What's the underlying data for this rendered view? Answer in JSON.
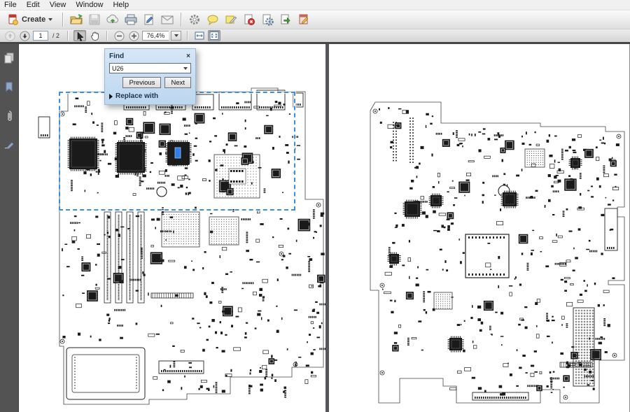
{
  "menubar": {
    "items": [
      "File",
      "Edit",
      "View",
      "Window",
      "Help"
    ]
  },
  "toolbar": {
    "create_label": "Create",
    "icons": [
      "create-pdf-icon",
      "open-file-icon",
      "save-file-icon",
      "upload-cloud-icon",
      "print-icon",
      "sign-document-icon",
      "email-icon",
      "preferences-gear-icon",
      "comment-bubble-icon",
      "annotate-note-icon",
      "delete-pages-icon",
      "process-pages-icon",
      "export-document-icon",
      "edit-document-icon"
    ]
  },
  "navbar": {
    "page_value": "1",
    "page_total": "/ 2",
    "zoom_value": "76,4%",
    "icons": [
      "page-up-icon",
      "page-down-icon",
      "selection-tool-icon",
      "hand-tool-icon",
      "zoom-out-icon",
      "zoom-in-icon",
      "scroll-mode-icon",
      "fit-page-icon"
    ]
  },
  "sidebar": {
    "icons": [
      "page-thumbnails-icon",
      "bookmarks-icon",
      "attachments-icon",
      "signature-icon"
    ]
  },
  "find_dialog": {
    "title": "Find",
    "close_glyph": "×",
    "search_value": "U26",
    "previous_label": "Previous",
    "next_label": "Next",
    "replace_label": "Replace with"
  },
  "document": {
    "page_count_visible": 2,
    "content_type": "motherboard silkscreen diagrams",
    "search_match": "U26"
  },
  "colors": {
    "accent_blue": "#2f7fe8",
    "marquee_blue": "#3e8ede",
    "dialog_bg": "#c8ddf1",
    "sidebar_bg": "#535353",
    "divider": "#57575b"
  }
}
